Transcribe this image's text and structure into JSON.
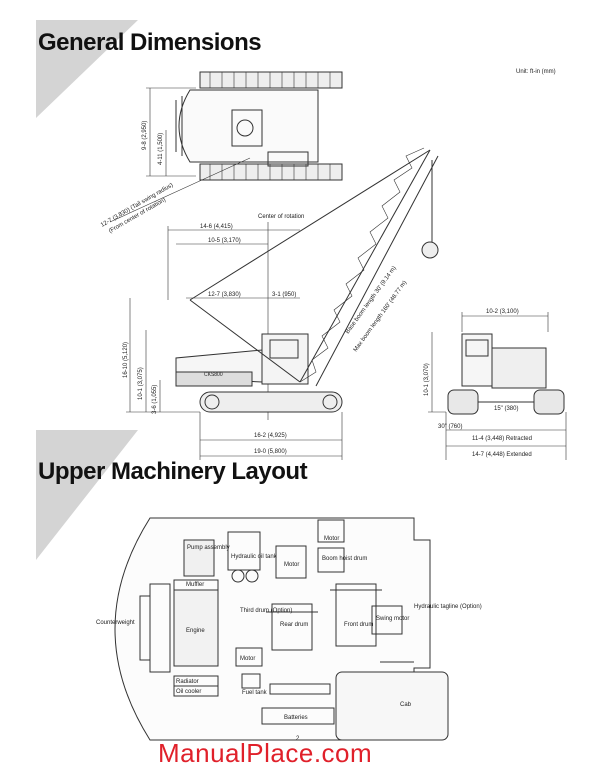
{
  "sections": {
    "general_title": "General Dimensions",
    "upper_title": "Upper Machinery Layout"
  },
  "unit_note": "Unit: ft-in (mm)",
  "top_view": {
    "dim_overall_width": "9-8 (2,950)",
    "dim_half_width": "4-11 (1,500)",
    "dim_swing_radius_1": "12-7 (3,830) (Tail swing radius)",
    "dim_swing_radius_2": "(From center of rotation)"
  },
  "side_view": {
    "center_of_rotation": "Center of rotation",
    "dim_14_6": "14-6 (4,415)",
    "dim_10_5": "10-5 (3,170)",
    "dim_12_7": "12-7 (3,830)",
    "dim_3_1": "3-1 (950)",
    "dim_16_10": "16-10 (5,120)",
    "dim_10_1": "10-1 (3,075)",
    "dim_3_6": "3-6 (1,055)",
    "dim_16_2": "16-2 (4,925)",
    "dim_19_0": "19-0 (5,800)",
    "boom_base": "Base boom length 30' (9.14 m)",
    "boom_max": "Max boom length 160' (48.77 m)",
    "model": "CKS800"
  },
  "front_view": {
    "dim_10_2": "10-2 (3,100)",
    "dim_10_1": "10-1 (3,070)",
    "dim_15": "15\" (380)",
    "dim_30": "30\" (760)",
    "dim_retracted": "11-4 (3,448) Retracted",
    "dim_extended": "14-7 (4,448) Extended"
  },
  "layout": {
    "pump_assembly": "Pump assembly",
    "hydraulic_oil_tank": "Hydraulic oil tank",
    "motor_top": "Motor",
    "motor_upper": "Motor",
    "boom_hoist_drum": "Boom hoist drum",
    "motor_left": "Motor",
    "muffler": "Muffler",
    "counterweight": "Counterweight",
    "engine": "Engine",
    "third_drum": "Third drum (Option)",
    "rear_drum": "Rear drum",
    "front_drum": "Front drum",
    "swing_motor": "Swing motor",
    "hydraulic_tagline": "Hydraulic tagline (Option)",
    "radiator": "Radiator",
    "oil_cooler": "Oil cooler",
    "fuel_tank": "Fuel tank",
    "batteries": "Batteries",
    "cab": "Cab"
  },
  "page_number": "2",
  "watermark": "ManualPlace.com",
  "colors": {
    "corner_gray": "#d2d2d2",
    "line": "#333333",
    "watermark_red": "#e0202a"
  }
}
